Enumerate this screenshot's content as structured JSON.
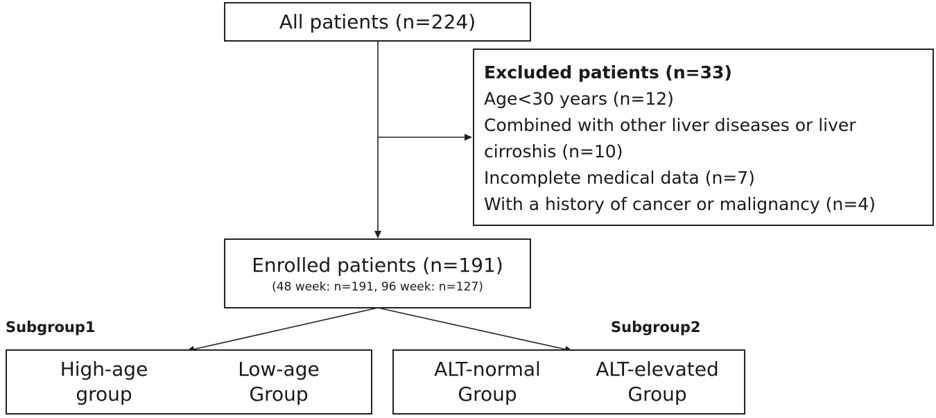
{
  "all_patients": "All patients (n=224)",
  "excluded": {
    "title": "Excluded patients (n=33)",
    "items": [
      "Age<30 years (n=12)",
      "Combined with other liver diseases or liver",
      "cirroshis (n=10)",
      "Incomplete medical data (n=7)",
      "With a history of cancer or malignancy (n=4)"
    ]
  },
  "enrolled": {
    "title": "Enrolled patients (n=191)",
    "detail": "(48 week: n=191, 96 week: n=127)"
  },
  "subgroup1": {
    "label": "Subgroup1",
    "left": [
      "High-age",
      "group"
    ],
    "right": [
      "Low-age",
      "Group"
    ]
  },
  "subgroup2": {
    "label": "Subgroup2",
    "left": [
      "ALT-normal",
      "Group"
    ],
    "right": [
      "ALT-elevated",
      "Group"
    ]
  }
}
